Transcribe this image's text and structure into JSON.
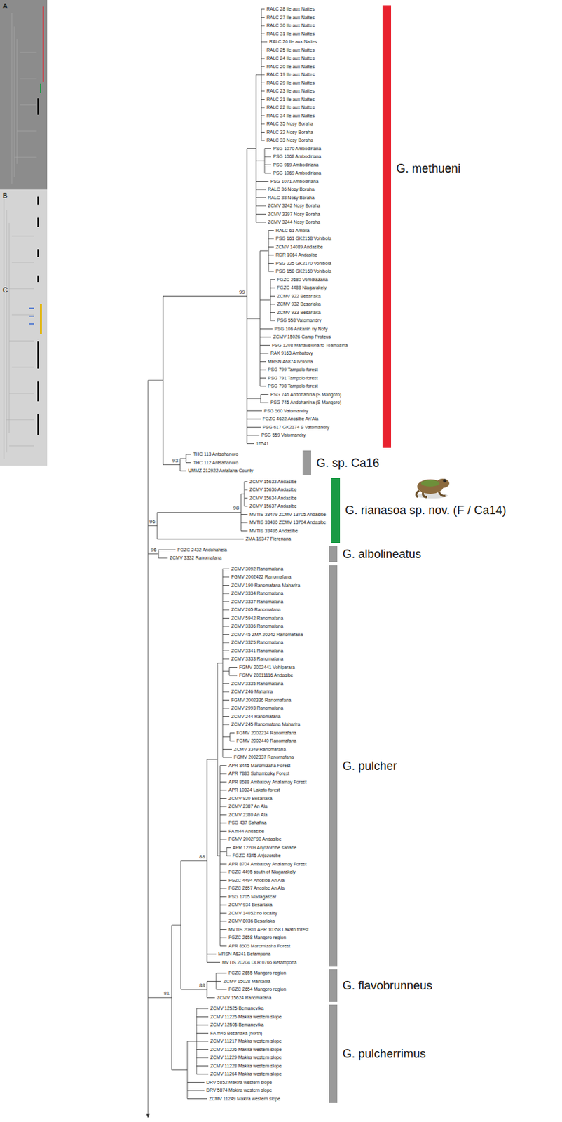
{
  "diagram": {
    "nodes": [
      {
        "text": [
          "G. methueni"
        ]
      },
      {
        "text": [
          "G. sp. Ca16"
        ]
      },
      {
        "text": [
          "G. rianasoa sp. nov. (F / Ca14)"
        ]
      },
      {
        "text": [
          "G. albolineatus"
        ]
      },
      {
        "text": [
          "G. pulcher"
        ]
      },
      {
        "text": [
          "G. flavobrunneus"
        ]
      },
      {
        "text": [
          "G. pulcherrimus"
        ]
      }
    ],
    "labels": [
      "A",
      "B",
      "C",
      "RALC 28 Ile aux Nattes",
      "RALC 27 Ile aux Nattes",
      "RALC 30 Ile aux Nattes",
      "RALC 31 Ile aux Nattes",
      "RALC 26 Ile aux Nattes",
      "RALC 25 Ile aux Nattes",
      "RALC 24 Ile aux Nattes",
      "RALC 20 Ile aux Nattes",
      "RALC 19 Ile aux Nattes",
      "RALC 29 Ile aux Nattes",
      "RALC 23 Ile aux Nattes",
      "RALC 21 Ile aux Nattes",
      "RALC 22 Ile aux Nattes",
      "RALC 34 Ile aux Nattes",
      "RALC 35 Nosy Boraha",
      "RALC 32 Nosy Boraha",
      "RALC 33 Nosy Boraha",
      "PSG 1070 Ambodiriana",
      "PSG 1068 Ambodiriana",
      "PSG 969 Ambodiriana",
      "PSG 1069 Ambodiriana",
      "PSG 1071 Ambodiriana",
      "RALC 36 Nosy Boraha",
      "RALC 38 Nosy Boraha",
      "ZCMV 3242 Nosy Boraha",
      "ZCMV 3397 Nosy Boraha",
      "ZCMV 3244 Nosy Boraha",
      "RALC 61 Ambila",
      "PSG 161 GK2158 Vohibola",
      "ZCMV 14089 Andasibe",
      "RDR 1064 Andasibe",
      "PSG 225 GK2170 Vohibola",
      "PSG 158 GK2160 Vohibola",
      "FGZC 2680 Vohidrazana",
      "FGZC 4488 Niagarakely",
      "ZCMV 922 Besariaka",
      "ZCMV 932 Besariaka",
      "ZCMV 933 Besariaka",
      "PSG 558 Vatomandry",
      "PSG 106 Ankanin ny Nofy",
      "ZCMV 15026 Camp Proteus",
      "PSG 1208 Mahavelona fo Toamasina",
      "RAX 9163 Ambatovy",
      "MRSN A6874 Ivoloina",
      "PSG 799 Tampolo forest",
      "PSG 791 Tampolo forest",
      "PSG 798 Tampolo forest",
      "PSG 746 Andohanina (S Mangoro)",
      "PSG 745 Andohanina (S Mangoro)",
      "PSG 560 Vatomandry",
      "FGZC 4622 Anosibe An'Ala",
      "PSG 617 GK2174 S Vatomandry",
      "PSG 559 Vatomandry",
      "16541",
      "THC 113 Antsahanoro",
      "THC 112 Antsahanoro",
      "UMMZ 212922 Antalaha County",
      "ZCMV 15633 Andasibe",
      "ZCMV 15636 Andasibe",
      "ZCMV 15634 Andasibe",
      "ZCMV 15637 Andasibe",
      "MVTIS 33479 ZCMV 13705 Andasibe",
      "MVTIS 33490 ZCMV 13704 Andasibe",
      "MVTIS 33496 Andasibe",
      "ZMA 19347 Fierenana",
      "FGZC 2432 Andohahela",
      "ZCMV 3332 Ranomafana",
      "ZCMV 3092 Ranomafana",
      "FGMV 2002422 Ranomafana",
      "ZCMV 190 Ranomafana Maharira",
      "ZCMV 3334 Ranomafana",
      "ZCMV 3337 Ranomafana",
      "ZCMV 265 Ranomafana",
      "ZCMV 5942 Ranomafana",
      "ZCMV 3336 Ranomafana",
      "ZCMV 45 ZMA 20242 Ranomafana",
      "ZCMV 3325 Ranomafana",
      "ZCMV 3341 Ranomafana",
      "ZCMV 3333 Ranomafana",
      "FGMV 2002441 Vohiparara",
      "FGMV 20011116 Andasibe",
      "ZCMV 3335 Ranomafana",
      "ZCMV 246 Maharira",
      "FGMV 2002336 Ranomafana",
      "ZCMV 2993 Ranomafana",
      "ZCMV 244 Ranomafana",
      "ZCMV 245 Ranomafana Maharira",
      "FGMV 2002234 Ranomafana",
      "FGMV 2002440 Ranomafana",
      "ZCMV 3349 Ranomafana",
      "FGMV 2002337 Ranomafana",
      "APR 8445 Maromizaha Forest",
      "APR 7883 Sahambaky Forest",
      "APR 8688 Ambatovy Analamay Forest",
      "APR 10324 Lakato forest",
      "ZCMV 920 Besariaka",
      "ZCMV 2387 An Ala",
      "ZCMV 2380 An Ala",
      "PSG 437 Sahafina",
      "FA m44 Andasibe",
      "FGMV 2002F90 Andasibe",
      "APR 12209 Anjozorobe sanabe",
      "FGZC 4345 Anjozorobe",
      "APR 8704 Ambatovy Analamay Forest",
      "FGZC 4495 south of Niagarakely",
      "FGZC 4494 Anosibe An Ala",
      "FGZC 2657 Anosibe An Ala",
      "PSG 1705 Madagascar",
      "ZCMV 934 Besariaka",
      "ZCMV 14052 no locality",
      "ZCMV 8036 Besariaka",
      "MVTIS 20811 APR 10358 Lakato forest",
      "FGZC 2658 Mangoro region",
      "APR 8505 Maromizaha Forest",
      "MRSN A6241 Betampona",
      "MVTIS 20204 DLR 0766 Betampona",
      "FGZC 2655 Mangoro region",
      "ZCMV 15028 Mantadia",
      "FGZC 2654 Mangoro region",
      "ZCMV 15624 Ranomafana",
      "ZCMV 12525 Bemanevika",
      "ZCMV 11225 Makira western slope",
      "ZCMV 12505 Bemanevika",
      "FA m45 Besariaka (north)",
      "ZCMV 11217 Makira western slope",
      "ZCMV 11226 Makira western slope",
      "ZCMV 11229 Makira western slope",
      "ZCMV 11228 Makira western slope",
      "ZCMV 11264 Makira western slope",
      "DRV 5852 Makira western slope",
      "DRV 5874 Makira western slope",
      "ZCMV 11249 Makira western slope",
      "99",
      "93",
      "98",
      "96",
      "96",
      "88",
      "88",
      "81"
    ]
  }
}
